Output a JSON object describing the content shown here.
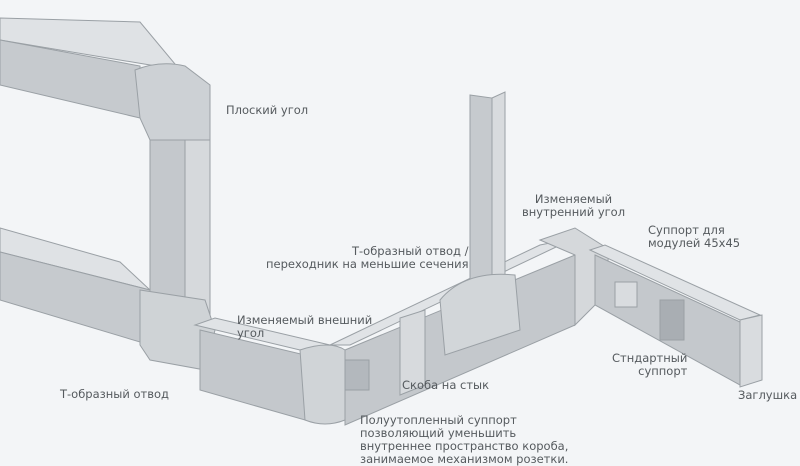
{
  "labels": {
    "flat_corner": "Плоский угол",
    "inner_corner": "Изменяемый\nвнутренний угол",
    "support_45": "Суппорт для\nмодулей 45х45",
    "t_adapter": "Т-образный отвод /\nпереходник на меньшие сечения",
    "outer_corner": "Изменяемый внешний\nугол",
    "t_branch": "Т-образный отвод",
    "joint_clip": "Скоба на стык",
    "standard_support": "Стндартный\nсуппорт",
    "end_cap": "Заглушка",
    "semi_flush_support": "Полуутопленный суппорт\nпозволяющий уменьшить\nвнутреннее пространство короба,\nзанимаемое механизмом розетки."
  },
  "colors": {
    "top_face": "#dcdfe2",
    "front_face": "#c4c8cc",
    "dark_face": "#a9aeb3",
    "text": "#555a5e"
  }
}
